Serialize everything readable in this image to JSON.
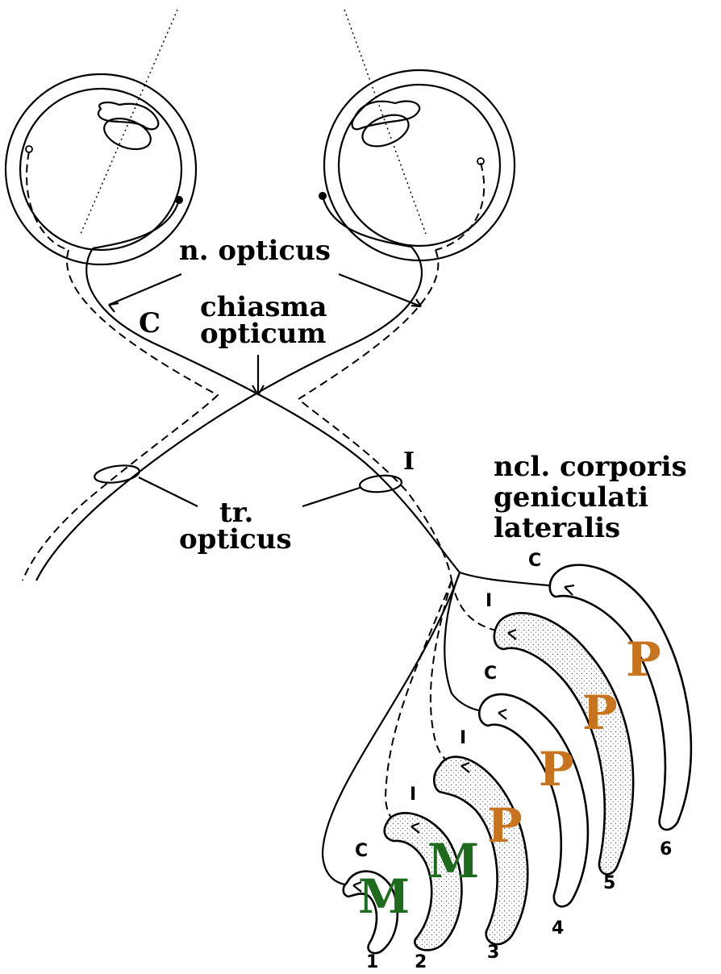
{
  "labels": {
    "n_opticus": "n. opticus",
    "chiasma_1": "chiasma",
    "chiasma_2": "opticum",
    "tr_1": "tr.",
    "tr_2": "opticus",
    "ncl_1": "ncl. corporis",
    "ncl_2": "geniculati",
    "ncl_3": "lateralis",
    "C_main": "C",
    "I_main": "I"
  },
  "layers": [
    {
      "number": "1",
      "input": "C",
      "cell_type": "M"
    },
    {
      "number": "2",
      "input": "I",
      "cell_type": "M"
    },
    {
      "number": "3",
      "input": "I",
      "cell_type": "P"
    },
    {
      "number": "4",
      "input": "C",
      "cell_type": "P"
    },
    {
      "number": "5",
      "input": "I",
      "cell_type": "P"
    },
    {
      "number": "6",
      "input": "C",
      "cell_type": "P"
    }
  ],
  "colors": {
    "magnocellular": "#1e6b1e",
    "parvocellular": "#c8741e",
    "line": "#000000"
  }
}
